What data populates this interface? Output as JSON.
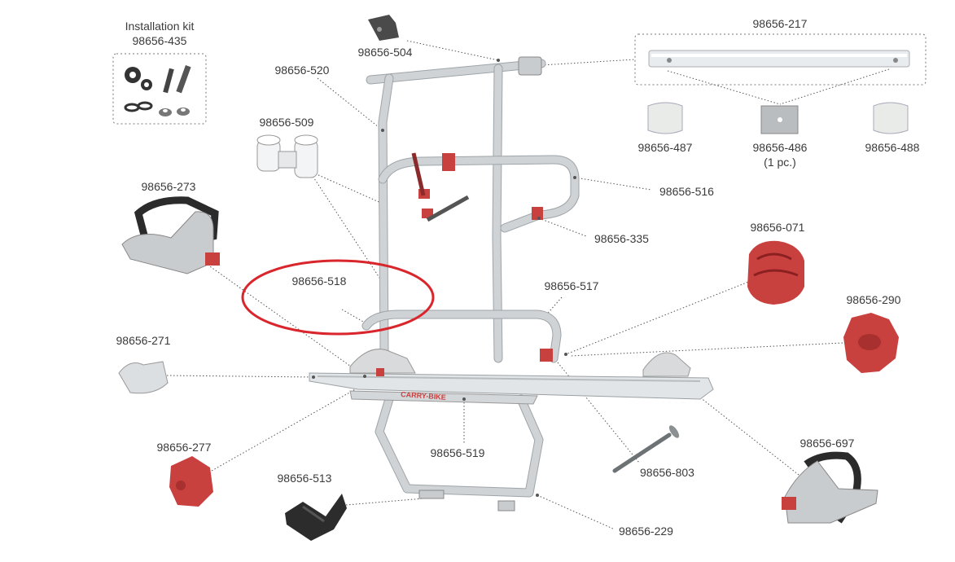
{
  "kit": {
    "title": "Installation kit",
    "number": "98656-435"
  },
  "parts": {
    "p217": "98656-217",
    "p504": "98656-504",
    "p520": "98656-520",
    "p509": "98656-509",
    "p487": "98656-487",
    "p486": "98656-486",
    "p486_note": "(1 pc.)",
    "p488": "98656-488",
    "p516": "98656-516",
    "p273": "98656-273",
    "p335": "98656-335",
    "p071": "98656-071",
    "p518": "98656-518",
    "p517": "98656-517",
    "p290": "98656-290",
    "p271": "98656-271",
    "p519": "98656-519",
    "p803": "98656-803",
    "p697": "98656-697",
    "p277": "98656-277",
    "p513": "98656-513",
    "p229": "98656-229"
  },
  "brand_text": "CARRY-BIKE",
  "highlight_color": "#d9262c",
  "part_red": "#c9413f",
  "frame_color": "#cfd3d6"
}
